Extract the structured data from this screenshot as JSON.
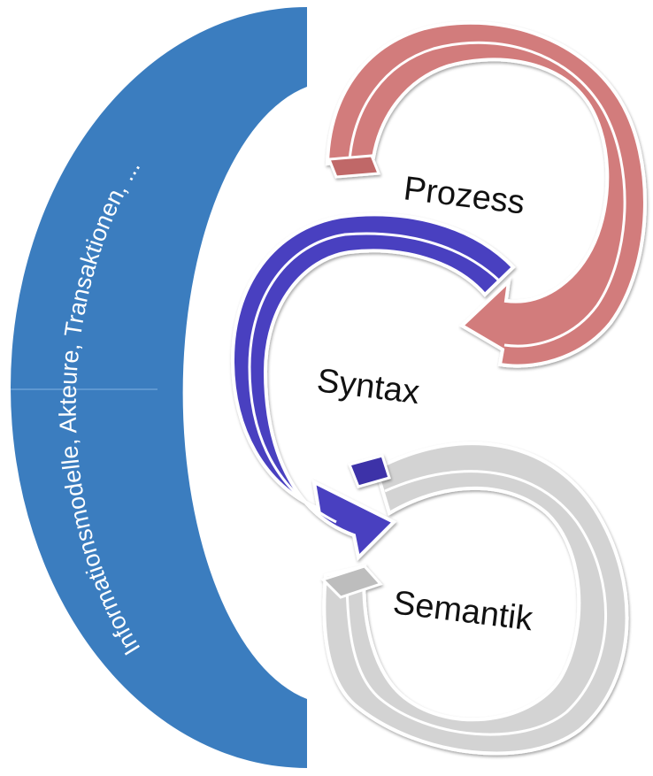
{
  "diagram": {
    "arc_text": "Informationsmodelle, Akteure, Transaktionen, ...",
    "cycles": [
      {
        "id": "prozess",
        "label": "Prozess",
        "color": "#d27b7b"
      },
      {
        "id": "syntax",
        "label": "Syntax",
        "color": "#4a40c0"
      },
      {
        "id": "semantik",
        "label": "Semantik",
        "color": "#d3d3d3"
      }
    ],
    "colors": {
      "arc": "#3b7dbf",
      "arc_text": "#ffffff",
      "outline": "#ffffff",
      "label_text": "#111111"
    }
  }
}
